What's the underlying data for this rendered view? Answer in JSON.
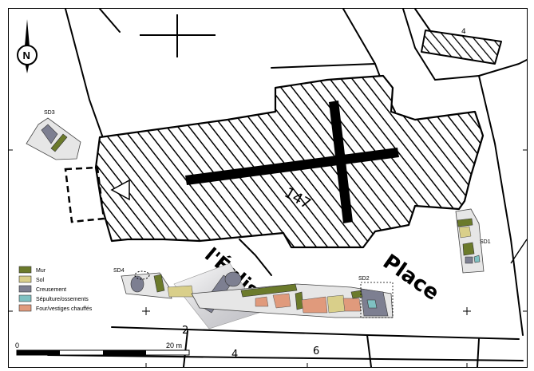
{
  "north_label": "N",
  "parcel_number": "147",
  "street_words": [
    "l'Église",
    "Place"
  ],
  "sondages": [
    "SD1",
    "SD2",
    "SD3",
    "SD4"
  ],
  "cadastre_numbers": [
    "4",
    "2",
    "4",
    "6"
  ],
  "legend": [
    {
      "label": "Mur",
      "color": "#6b7a2b"
    },
    {
      "label": "Sol",
      "color": "#d9cf8a"
    },
    {
      "label": "Creusement",
      "color": "#7d7f91"
    },
    {
      "label": "Sépulture/ossements",
      "color": "#7fc1c2"
    },
    {
      "label": "Four/vestiges chauffés",
      "color": "#e09a7c"
    }
  ],
  "scale": {
    "start": "0",
    "end": "20 m"
  }
}
